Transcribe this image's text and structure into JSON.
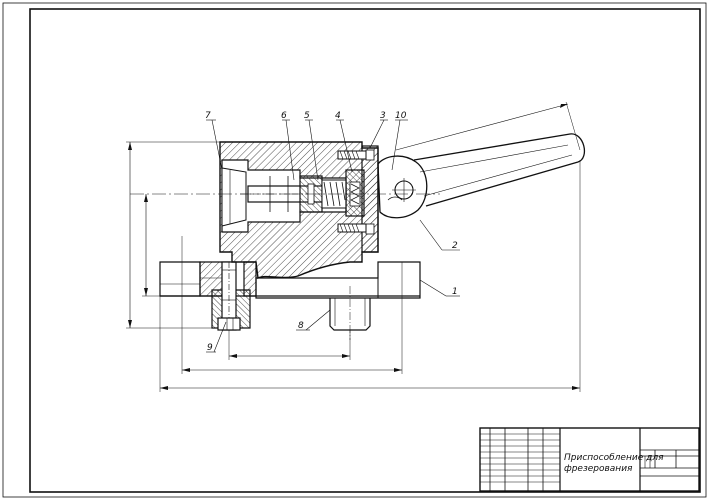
{
  "drawing": {
    "title_line1": "Приспособление для",
    "title_line2": "фрезерования",
    "colors": {
      "ink": "#111111",
      "paper": "#ffffff"
    }
  },
  "callouts": [
    {
      "id": "1",
      "label": "1"
    },
    {
      "id": "2",
      "label": "2"
    },
    {
      "id": "3",
      "label": "3"
    },
    {
      "id": "4",
      "label": "4"
    },
    {
      "id": "5",
      "label": "5"
    },
    {
      "id": "6",
      "label": "6"
    },
    {
      "id": "7",
      "label": "7"
    },
    {
      "id": "8",
      "label": "8"
    },
    {
      "id": "9",
      "label": "9"
    },
    {
      "id": "10",
      "label": "10"
    }
  ]
}
